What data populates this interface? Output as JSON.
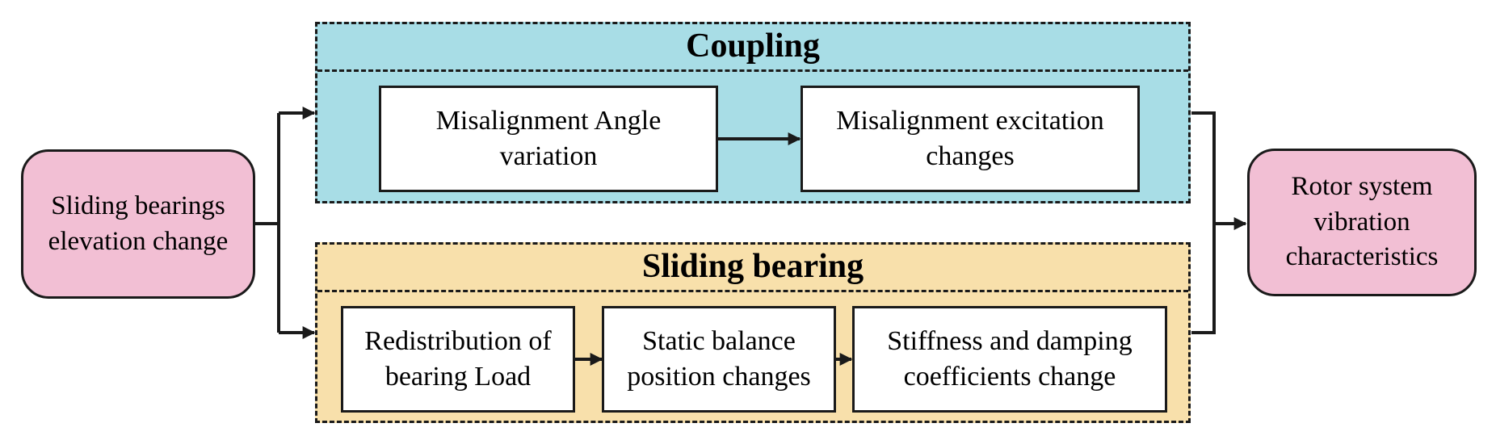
{
  "inputs": {
    "elevation": "Sliding bearings elevation change"
  },
  "coupling": {
    "title": "Coupling",
    "angle": "Misalignment Angle variation",
    "excitation": "Misalignment excitation changes"
  },
  "bearing": {
    "title": "Sliding bearing",
    "load": "Redistribution of bearing Load",
    "balance": "Static balance position changes",
    "stiffness": "Stiffness and damping coefficients change"
  },
  "outputs": {
    "vibration": "Rotor system vibration characteristics"
  },
  "colors": {
    "coupling_fill": "#a8dde6",
    "bearing_fill": "#f8e0ab",
    "terminal_fill": "#f2bfd4",
    "line": "#1a1a1a"
  }
}
